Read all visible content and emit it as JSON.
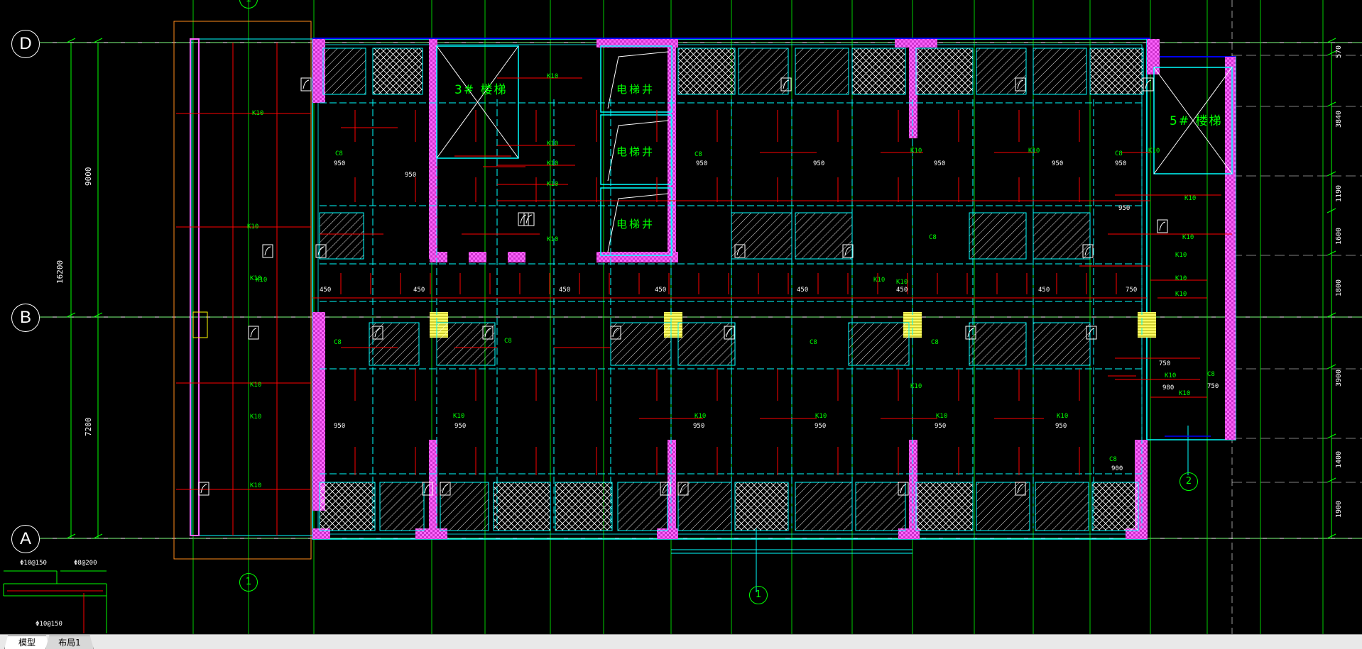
{
  "workspace": {
    "app": "CAD",
    "view": "model-space"
  },
  "grid_axes": {
    "rows": [
      {
        "label": "D"
      },
      {
        "label": "B"
      },
      {
        "label": "A"
      }
    ],
    "columns_bottom": [
      {
        "label": "1"
      },
      {
        "label": "1"
      }
    ],
    "partial_top": [
      {
        "label": "1"
      }
    ],
    "side_marker": {
      "label": "2"
    }
  },
  "dimensions_left": {
    "total": "16200",
    "upper": "9000",
    "lower": "7200"
  },
  "dimensions_right": [
    "570",
    "3840",
    "1190",
    "1600",
    "1800",
    "3900",
    "1400",
    "1900"
  ],
  "room_labels": {
    "stair_left": "3# 楼梯",
    "stair_right": "5# 楼梯",
    "elevator": "电梯井"
  },
  "rebar_labels": {
    "k10": "K10",
    "c8": "C8",
    "n950": "950",
    "n900": "900",
    "n750": "750",
    "n450": "450",
    "n980": "980"
  },
  "detail_legend": {
    "top_left": "Φ10@150",
    "top_right": "Φ8@200",
    "bottom": "Φ10@150"
  },
  "tabs": [
    {
      "label": "模型",
      "active": true
    },
    {
      "label": "布局1",
      "active": false
    }
  ],
  "colors": {
    "background": "#000000",
    "axis_line": "#00ff00",
    "wall_outline": "#00ffff",
    "column_fill": "#ff66ff",
    "rebar": "#ff0000",
    "text_label": "#00ff00",
    "dimension": "#00ff00",
    "beam_top": "#0000ff",
    "corridor_outline": "#ff8c1a"
  }
}
